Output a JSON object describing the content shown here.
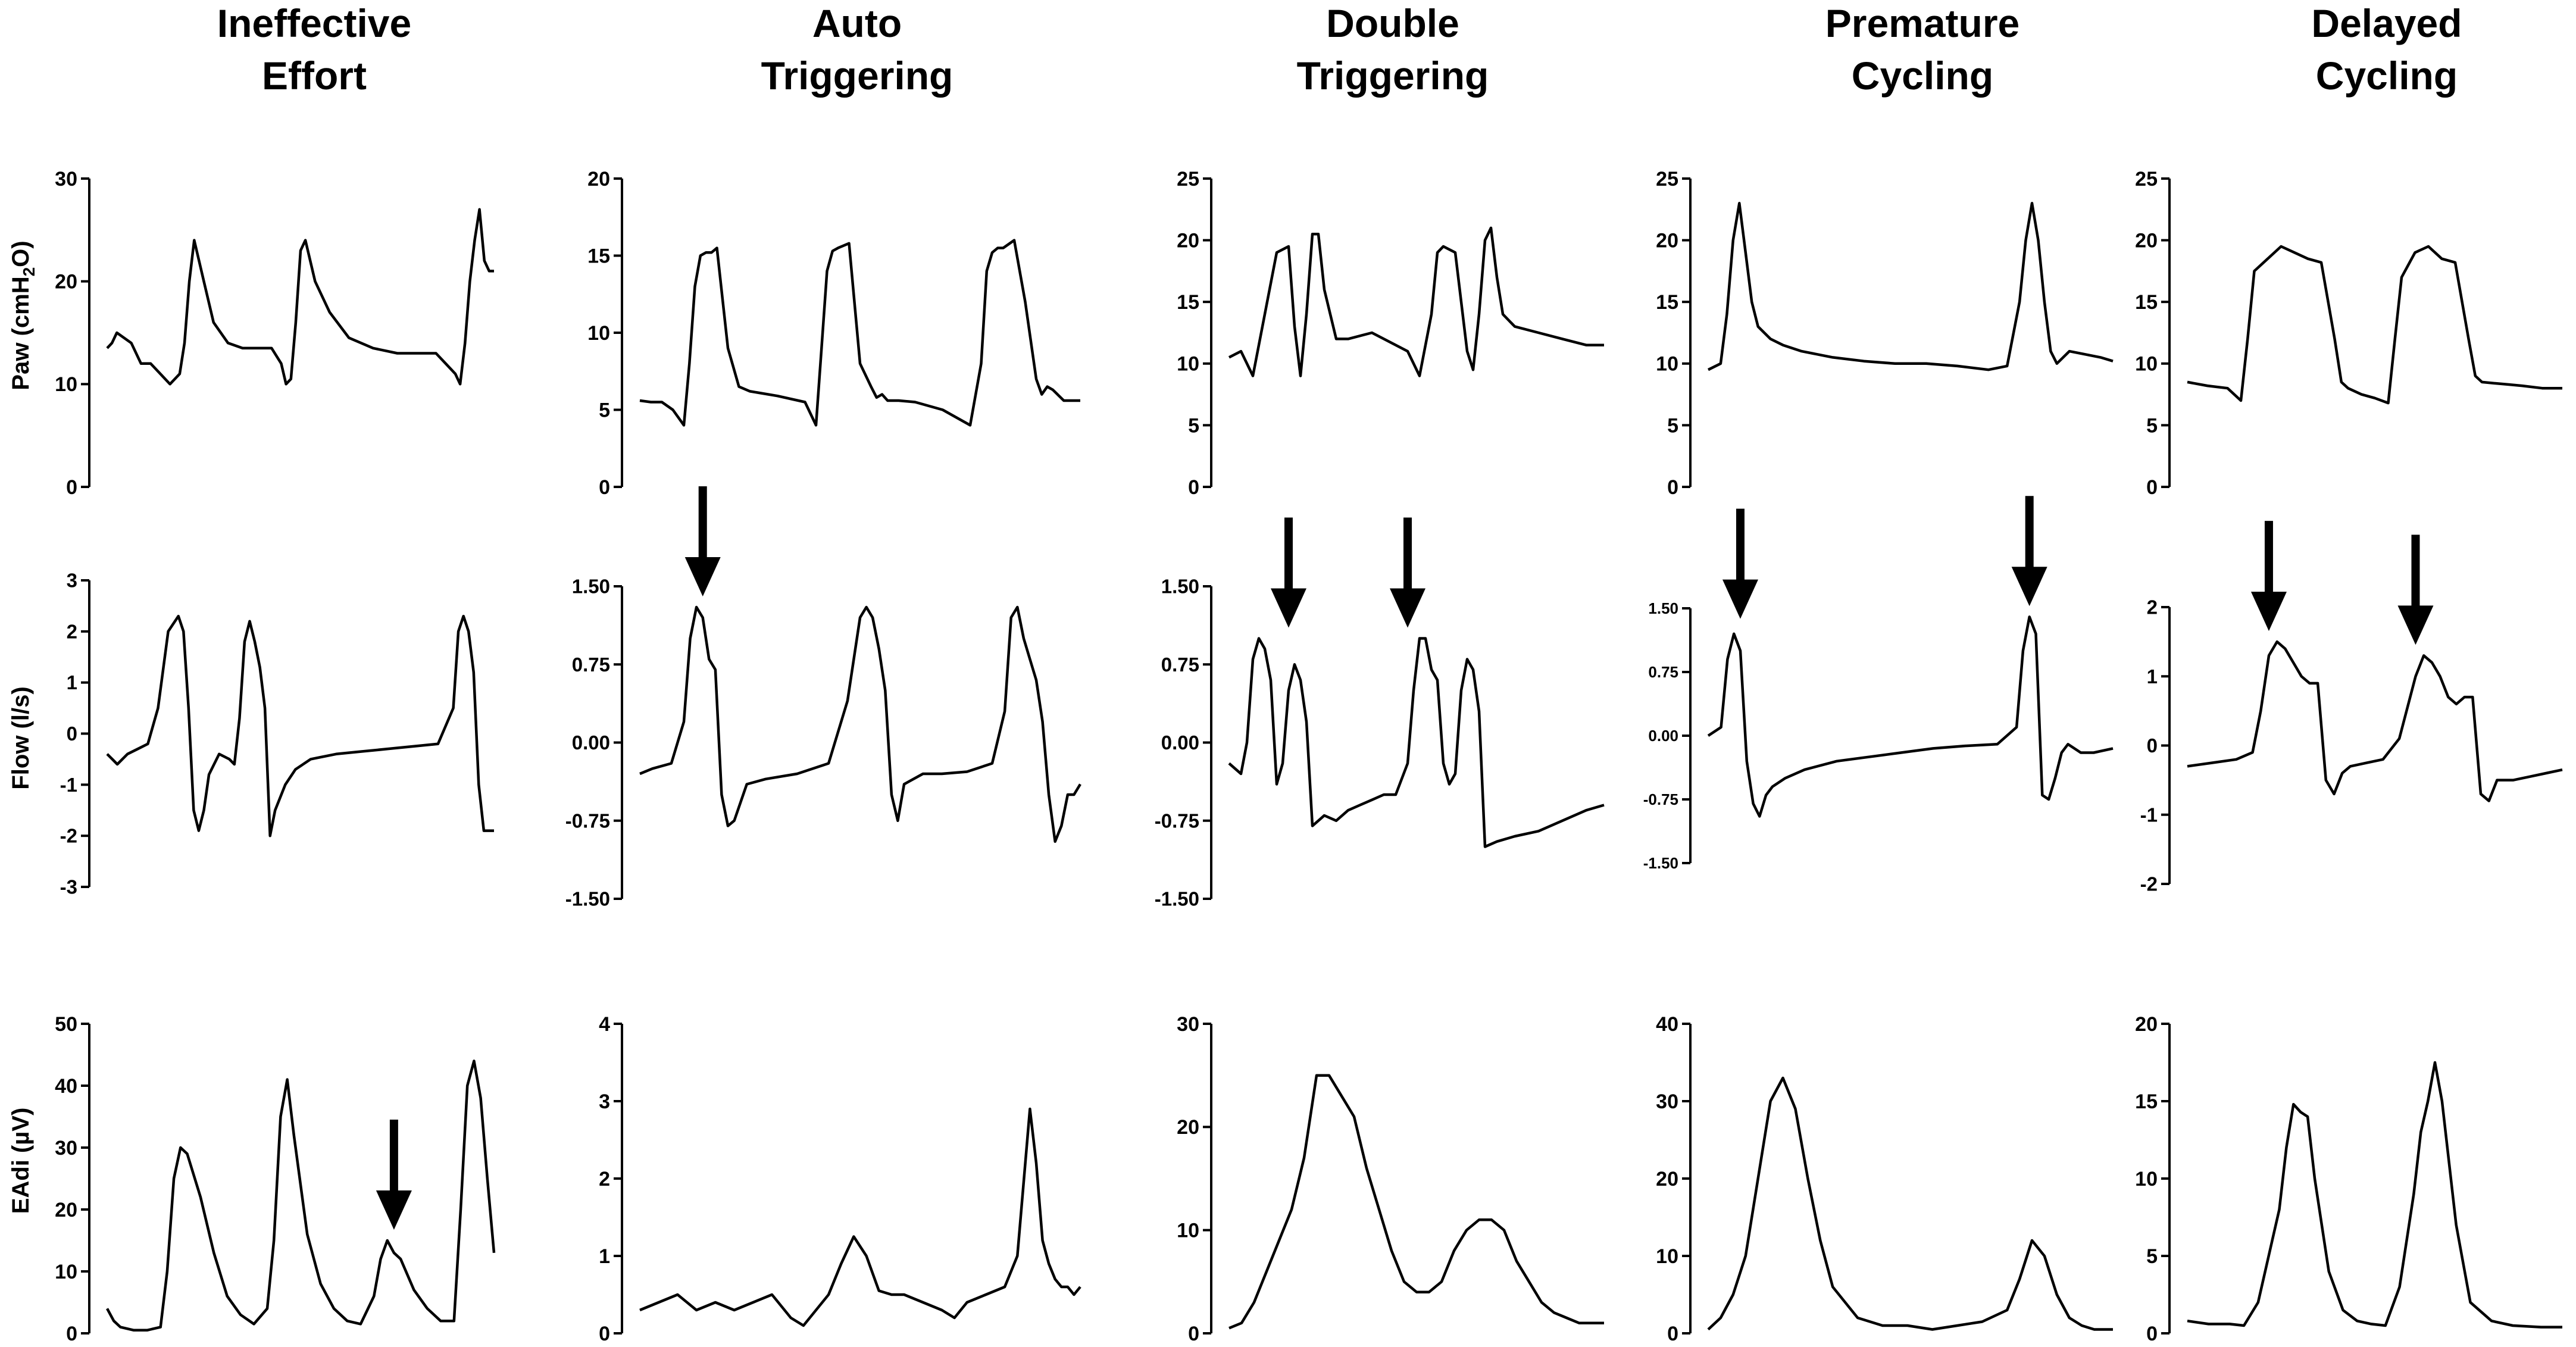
{
  "columns": [
    {
      "title_line1": "Ineffective",
      "title_line2": "Effort"
    },
    {
      "title_line1": "Auto",
      "title_line2": "Triggering"
    },
    {
      "title_line1": "Double",
      "title_line2": "Triggering"
    },
    {
      "title_line1": "Premature",
      "title_line2": "Cycling"
    },
    {
      "title_line1": "Delayed",
      "title_line2": "Cycling"
    }
  ],
  "row_labels": {
    "paw_prefix": "Paw (cmH",
    "paw_sub": "2",
    "paw_suffix": "O)",
    "flow": "Flow (l/s)",
    "eadi": "EAdi (µV)"
  },
  "colors": {
    "trace": "#000000",
    "arrow": "#000000",
    "background": "#ffffff"
  },
  "chart_data": [
    {
      "type": "line",
      "col": 0,
      "row": "paw",
      "ylim": [
        0,
        30
      ],
      "yticks": [
        "0",
        "10",
        "20",
        "30"
      ],
      "x": [
        0,
        1,
        2,
        5,
        7,
        9,
        11,
        13,
        15,
        16,
        17,
        18,
        19,
        20,
        22,
        25,
        28,
        31,
        34,
        36,
        37,
        38,
        39,
        40,
        41,
        43,
        46,
        50,
        55,
        60,
        65,
        68,
        70,
        72,
        73,
        74,
        75,
        76,
        77,
        78,
        79,
        80
      ],
      "y": [
        13.5,
        14,
        15,
        14,
        12,
        12,
        11,
        10,
        11,
        14,
        20,
        24,
        22,
        20,
        16,
        14,
        13.5,
        13.5,
        13.5,
        12,
        10,
        10.5,
        16,
        23,
        24,
        20,
        17,
        14.5,
        13.5,
        13,
        13,
        13,
        12,
        11,
        10,
        14,
        20,
        24,
        27,
        22,
        21,
        21
      ]
    },
    {
      "type": "line",
      "col": 0,
      "row": "flow",
      "ylim": [
        -3,
        3
      ],
      "yticks": [
        "-3",
        "-2",
        "-1",
        "0",
        "1",
        "2",
        "3"
      ],
      "x": [
        0,
        1,
        2,
        4,
        6,
        8,
        10,
        12,
        14,
        15,
        16,
        17,
        18,
        19,
        20,
        22,
        24,
        25,
        26,
        27,
        28,
        29,
        30,
        31,
        32,
        33,
        35,
        37,
        40,
        45,
        50,
        55,
        60,
        65,
        68,
        69,
        70,
        71,
        72,
        73,
        74,
        75,
        76
      ],
      "y": [
        -0.4,
        -0.5,
        -0.6,
        -0.4,
        -0.3,
        -0.2,
        0.5,
        2.0,
        2.3,
        2.0,
        0.5,
        -1.5,
        -1.9,
        -1.5,
        -0.8,
        -0.4,
        -0.5,
        -0.6,
        0.3,
        1.8,
        2.2,
        1.8,
        1.3,
        0.5,
        -2.0,
        -1.5,
        -1.0,
        -0.7,
        -0.5,
        -0.4,
        -0.35,
        -0.3,
        -0.25,
        -0.2,
        0.5,
        2.0,
        2.3,
        2.0,
        1.2,
        -1.0,
        -1.9,
        -1.9,
        -1.9
      ]
    },
    {
      "type": "line",
      "col": 0,
      "row": "eadi",
      "ylim": [
        0,
        50
      ],
      "yticks": [
        "0",
        "10",
        "20",
        "30",
        "40",
        "50"
      ],
      "x": [
        0,
        1,
        2,
        4,
        6,
        8,
        9,
        10,
        11,
        12,
        14,
        16,
        18,
        20,
        22,
        24,
        25,
        26,
        27,
        28,
        30,
        32,
        34,
        36,
        38,
        40,
        41,
        42,
        43,
        44,
        46,
        48,
        50,
        52,
        53,
        54,
        55,
        56,
        57,
        58
      ],
      "y": [
        4,
        2,
        1,
        0.5,
        0.5,
        1,
        10,
        25,
        30,
        29,
        22,
        13,
        6,
        3,
        1.5,
        4,
        15,
        35,
        41,
        32,
        16,
        8,
        4,
        2,
        1.5,
        6,
        12,
        15,
        13,
        12,
        7,
        4,
        2,
        2,
        20,
        40,
        44,
        38,
        25,
        13
      ]
    },
    {
      "type": "line",
      "col": 1,
      "row": "paw",
      "ylim": [
        0,
        20
      ],
      "yticks": [
        "0",
        "5",
        "10",
        "15",
        "20"
      ],
      "x": [
        0,
        2,
        4,
        6,
        8,
        9,
        10,
        11,
        12,
        13,
        14,
        16,
        18,
        20,
        25,
        30,
        32,
        33,
        34,
        35,
        36,
        38,
        40,
        42,
        43,
        44,
        45,
        47,
        50,
        55,
        60,
        62,
        63,
        64,
        65,
        66,
        68,
        70,
        72,
        73,
        74,
        75,
        77,
        80
      ],
      "y": [
        5.6,
        5.5,
        5.5,
        5.0,
        4.0,
        8,
        13,
        15,
        15.2,
        15.2,
        15.5,
        9,
        6.5,
        6.2,
        5.9,
        5.5,
        4.0,
        9,
        14,
        15.3,
        15.5,
        15.8,
        8,
        6.5,
        5.8,
        6.0,
        5.6,
        5.6,
        5.5,
        5.0,
        4.0,
        8,
        14,
        15.2,
        15.5,
        15.5,
        16,
        12,
        7,
        6.0,
        6.5,
        6.3,
        5.6,
        5.6
      ]
    },
    {
      "type": "line",
      "col": 1,
      "row": "flow",
      "ylim": [
        -1.5,
        1.5
      ],
      "yticks": [
        "-1.50",
        "-0.75",
        "0.00",
        "0.75",
        "1.50"
      ],
      "x": [
        0,
        2,
        5,
        7,
        8,
        9,
        10,
        11,
        12,
        13,
        14,
        15,
        17,
        20,
        25,
        30,
        33,
        35,
        36,
        37,
        38,
        39,
        40,
        41,
        42,
        45,
        48,
        52,
        56,
        58,
        59,
        60,
        61,
        62,
        63,
        64,
        65,
        66,
        67,
        68,
        69,
        70
      ],
      "y": [
        -0.3,
        -0.25,
        -0.2,
        0.2,
        1.0,
        1.3,
        1.2,
        0.8,
        0.7,
        -0.5,
        -0.8,
        -0.75,
        -0.4,
        -0.35,
        -0.3,
        -0.2,
        0.4,
        1.2,
        1.3,
        1.2,
        0.9,
        0.5,
        -0.5,
        -0.75,
        -0.4,
        -0.3,
        -0.3,
        -0.28,
        -0.2,
        0.3,
        1.2,
        1.3,
        1.0,
        0.8,
        0.6,
        0.2,
        -0.5,
        -0.95,
        -0.8,
        -0.5,
        -0.5,
        -0.4
      ]
    },
    {
      "type": "line",
      "col": 1,
      "row": "eadi",
      "ylim": [
        0,
        4
      ],
      "yticks": [
        "0",
        "1",
        "2",
        "3",
        "4"
      ],
      "x": [
        0,
        3,
        6,
        9,
        12,
        15,
        18,
        21,
        24,
        26,
        28,
        30,
        32,
        34,
        36,
        38,
        40,
        42,
        45,
        48,
        50,
        52,
        55,
        58,
        60,
        62,
        63,
        64,
        65,
        66,
        67,
        68,
        69,
        70
      ],
      "y": [
        0.3,
        0.4,
        0.5,
        0.3,
        0.4,
        0.3,
        0.4,
        0.5,
        0.2,
        0.1,
        0.3,
        0.5,
        0.9,
        1.25,
        1.0,
        0.55,
        0.5,
        0.5,
        0.4,
        0.3,
        0.2,
        0.4,
        0.5,
        0.6,
        1.0,
        2.9,
        2.2,
        1.2,
        0.9,
        0.7,
        0.6,
        0.6,
        0.5,
        0.6
      ]
    },
    {
      "type": "line",
      "col": 2,
      "row": "paw",
      "ylim": [
        0,
        25
      ],
      "yticks": [
        "0",
        "5",
        "10",
        "15",
        "20",
        "25"
      ],
      "x": [
        0,
        2,
        4,
        6,
        8,
        10,
        11,
        12,
        13,
        14,
        15,
        16,
        18,
        20,
        24,
        28,
        30,
        32,
        34,
        35,
        36,
        38,
        40,
        41,
        42,
        43,
        44,
        45,
        46,
        48,
        52,
        56,
        60,
        63
      ],
      "y": [
        10.5,
        11,
        9,
        14,
        19,
        19.5,
        13,
        9,
        14,
        20.5,
        20.5,
        16,
        12,
        12,
        12.5,
        11.5,
        11,
        9,
        14,
        19,
        19.5,
        19,
        11,
        9.5,
        14,
        20,
        21,
        17,
        14,
        13,
        12.5,
        12,
        11.5,
        11.5
      ]
    },
    {
      "type": "line",
      "col": 2,
      "row": "flow",
      "ylim": [
        -1.5,
        1.5
      ],
      "yticks": [
        "-1.50",
        "-0.75",
        "0.00",
        "0.75",
        "1.50"
      ],
      "x": [
        0,
        2,
        3,
        4,
        5,
        6,
        7,
        8,
        9,
        10,
        11,
        12,
        13,
        14,
        15,
        16,
        18,
        20,
        22,
        24,
        26,
        28,
        30,
        31,
        32,
        33,
        34,
        35,
        36,
        37,
        38,
        39,
        40,
        41,
        42,
        43,
        45,
        48,
        52,
        56,
        60,
        63
      ],
      "y": [
        -0.2,
        -0.3,
        0,
        0.8,
        1.0,
        0.9,
        0.6,
        -0.4,
        -0.2,
        0.5,
        0.75,
        0.6,
        0.2,
        -0.8,
        -0.75,
        -0.7,
        -0.75,
        -0.65,
        -0.6,
        -0.55,
        -0.5,
        -0.5,
        -0.2,
        0.5,
        1.0,
        1.0,
        0.7,
        0.6,
        -0.2,
        -0.4,
        -0.3,
        0.5,
        0.8,
        0.7,
        0.3,
        -1.0,
        -0.95,
        -0.9,
        -0.85,
        -0.75,
        -0.65,
        -0.6
      ]
    },
    {
      "type": "line",
      "col": 2,
      "row": "eadi",
      "ylim": [
        0,
        30
      ],
      "yticks": [
        "0",
        "10",
        "20",
        "30"
      ],
      "x": [
        0,
        2,
        4,
        6,
        8,
        10,
        12,
        14,
        16,
        18,
        20,
        22,
        24,
        26,
        28,
        30,
        32,
        34,
        36,
        38,
        40,
        42,
        44,
        46,
        48,
        50,
        52,
        54,
        56,
        58,
        60
      ],
      "y": [
        0.5,
        1,
        3,
        6,
        9,
        12,
        17,
        25,
        25,
        23,
        21,
        16,
        12,
        8,
        5,
        4,
        4,
        5,
        8,
        10,
        11,
        11,
        10,
        7,
        5,
        3,
        2,
        1.5,
        1,
        1,
        1
      ]
    },
    {
      "type": "line",
      "col": 3,
      "row": "paw",
      "ylim": [
        0,
        25
      ],
      "yticks": [
        "0",
        "5",
        "10",
        "15",
        "20",
        "25"
      ],
      "x": [
        0,
        2,
        3,
        4,
        5,
        6,
        7,
        8,
        10,
        12,
        15,
        20,
        25,
        30,
        35,
        40,
        45,
        48,
        50,
        51,
        52,
        53,
        54,
        55,
        56,
        58,
        60,
        63,
        65
      ],
      "y": [
        9.5,
        10,
        14,
        20,
        23,
        19,
        15,
        13,
        12,
        11.5,
        11,
        10.5,
        10.2,
        10,
        10,
        9.8,
        9.5,
        9.8,
        15,
        20,
        23,
        20,
        15,
        11,
        10,
        11,
        10.8,
        10.5,
        10.2
      ]
    },
    {
      "type": "line",
      "col": 3,
      "row": "flow",
      "ylim": [
        -1.5,
        1.5
      ],
      "yticks": [
        "-1.50",
        "-0.75",
        "0.00",
        "0.75",
        "1.50"
      ],
      "x": [
        0,
        2,
        3,
        4,
        5,
        6,
        7,
        8,
        9,
        10,
        12,
        15,
        20,
        25,
        30,
        35,
        40,
        45,
        48,
        49,
        50,
        51,
        52,
        53,
        54,
        55,
        56,
        58,
        60,
        63
      ],
      "y": [
        0,
        0.1,
        0.9,
        1.2,
        1.0,
        -0.3,
        -0.8,
        -0.95,
        -0.7,
        -0.6,
        -0.5,
        -0.4,
        -0.3,
        -0.25,
        -0.2,
        -0.15,
        -0.12,
        -0.1,
        0.1,
        1.0,
        1.4,
        1.2,
        -0.7,
        -0.75,
        -0.5,
        -0.2,
        -0.1,
        -0.2,
        -0.2,
        -0.15
      ]
    },
    {
      "type": "line",
      "col": 3,
      "row": "eadi",
      "ylim": [
        0,
        40
      ],
      "yticks": [
        "0",
        "10",
        "20",
        "30",
        "40"
      ],
      "x": [
        0,
        2,
        4,
        6,
        8,
        10,
        12,
        14,
        16,
        18,
        20,
        24,
        28,
        32,
        36,
        40,
        44,
        48,
        50,
        52,
        54,
        56,
        58,
        60,
        62,
        65
      ],
      "y": [
        0.5,
        2,
        5,
        10,
        20,
        30,
        33,
        29,
        20,
        12,
        6,
        2,
        1,
        1,
        0.5,
        1,
        1.5,
        3,
        7,
        12,
        10,
        5,
        2,
        1,
        0.5,
        0.5
      ]
    },
    {
      "type": "line",
      "col": 4,
      "row": "paw",
      "ylim": [
        0,
        25
      ],
      "yticks": [
        "0",
        "5",
        "10",
        "15",
        "20",
        "25"
      ],
      "x": [
        0,
        3,
        6,
        8,
        9,
        10,
        12,
        14,
        16,
        18,
        20,
        22,
        23,
        24,
        26,
        28,
        30,
        31,
        32,
        33,
        34,
        36,
        38,
        40,
        42,
        43,
        44,
        46,
        48,
        50,
        53,
        56
      ],
      "y": [
        8.5,
        8.2,
        8.0,
        7.0,
        12,
        17.5,
        18.5,
        19.5,
        19,
        18.5,
        18.2,
        12,
        8.5,
        8.0,
        7.5,
        7.2,
        6.8,
        12,
        17,
        18,
        19,
        19.5,
        18.5,
        18.2,
        12,
        9,
        8.5,
        8.4,
        8.3,
        8.2,
        8.0,
        8.0
      ]
    },
    {
      "type": "line",
      "col": 4,
      "row": "flow",
      "ylim": [
        -2,
        2
      ],
      "yticks": [
        "-2",
        "-1",
        "0",
        "1",
        "2"
      ],
      "x": [
        0,
        3,
        6,
        8,
        9,
        10,
        11,
        12,
        13,
        14,
        15,
        16,
        17,
        18,
        19,
        20,
        22,
        24,
        26,
        28,
        29,
        30,
        31,
        32,
        33,
        34,
        35,
        36,
        37,
        38,
        40,
        42,
        44,
        46
      ],
      "y": [
        -0.3,
        -0.25,
        -0.2,
        -0.1,
        0.5,
        1.3,
        1.5,
        1.4,
        1.2,
        1.0,
        0.9,
        0.9,
        -0.5,
        -0.7,
        -0.4,
        -0.3,
        -0.25,
        -0.2,
        0.1,
        1.0,
        1.3,
        1.2,
        1.0,
        0.7,
        0.6,
        0.7,
        0.7,
        -0.7,
        -0.8,
        -0.5,
        -0.5,
        -0.45,
        -0.4,
        -0.35
      ]
    },
    {
      "type": "line",
      "col": 4,
      "row": "eadi",
      "ylim": [
        0,
        20
      ],
      "yticks": [
        "0",
        "5",
        "10",
        "15",
        "20"
      ],
      "x": [
        0,
        3,
        6,
        8,
        10,
        12,
        13,
        14,
        15,
        16,
        17,
        18,
        20,
        22,
        24,
        26,
        28,
        30,
        32,
        33,
        34,
        35,
        36,
        38,
        40,
        43,
        46,
        50,
        53
      ],
      "y": [
        0.8,
        0.6,
        0.6,
        0.5,
        2,
        6,
        8,
        12,
        14.8,
        14.3,
        14,
        10,
        4,
        1.5,
        0.8,
        0.6,
        0.5,
        3,
        9,
        13,
        15,
        17.5,
        15,
        7,
        2,
        0.8,
        0.5,
        0.4,
        0.4
      ]
    }
  ],
  "arrows": [
    {
      "col": 0,
      "row": "eadi",
      "x": 43,
      "y_data": 15
    },
    {
      "col": 1,
      "row": "flow",
      "x": 10,
      "y_data": 1.3
    },
    {
      "col": 2,
      "row": "flow",
      "x": 10,
      "y_data": 1.0
    },
    {
      "col": 2,
      "row": "flow",
      "x": 30,
      "y_data": 1.0
    },
    {
      "col": 3,
      "row": "flow",
      "x": 5,
      "y_data": 1.25
    },
    {
      "col": 3,
      "row": "flow",
      "x": 50,
      "y_data": 1.4
    },
    {
      "col": 4,
      "row": "flow",
      "x": 10,
      "y_data": 1.5
    },
    {
      "col": 4,
      "row": "flow",
      "x": 28,
      "y_data": 1.3
    }
  ]
}
